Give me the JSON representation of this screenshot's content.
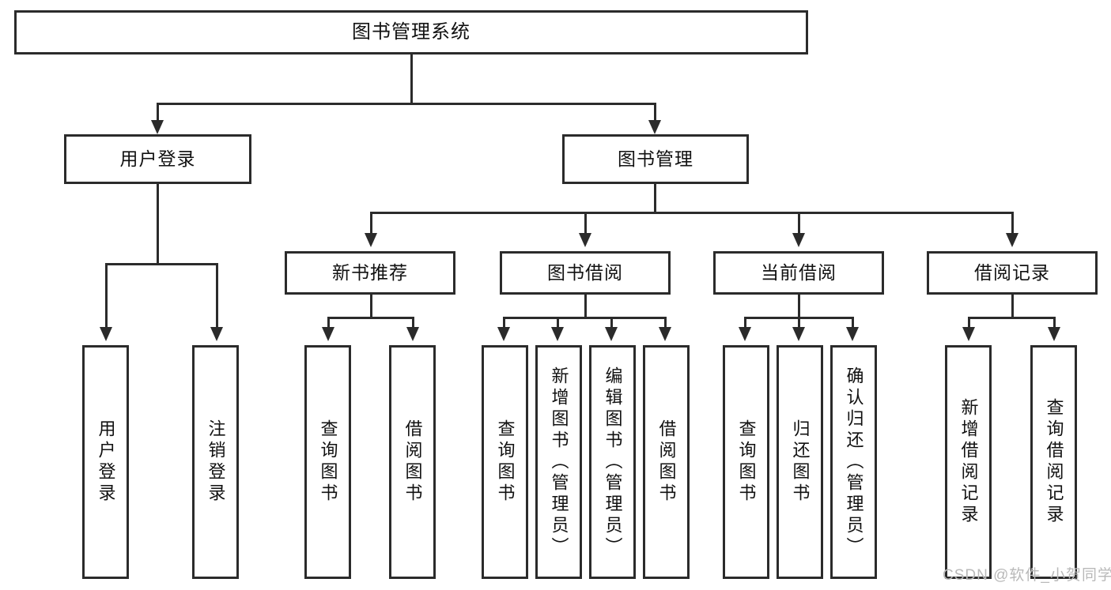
{
  "diagram": {
    "title": "图书管理系统",
    "type": "tree-hierarchy",
    "watermark": "CSDN @软件_小贺同学",
    "colors": {
      "stroke": "#2b2b2b",
      "fill": "#ffffff",
      "text": "#111111",
      "watermark": "#b9b9b9"
    },
    "levels": {
      "root": {
        "label": "图书管理系统"
      },
      "level2": [
        {
          "label": "用户登录"
        },
        {
          "label": "图书管理"
        }
      ],
      "level3": [
        {
          "label": "新书推荐"
        },
        {
          "label": "图书借阅"
        },
        {
          "label": "当前借阅"
        },
        {
          "label": "借阅记录"
        }
      ],
      "leaves": {
        "user_login": [
          {
            "label": "用户登录"
          },
          {
            "label": "注销登录"
          }
        ],
        "new_book_recommend": [
          {
            "label": "查询图书"
          },
          {
            "label": "借阅图书"
          }
        ],
        "book_borrow": [
          {
            "label": "查询图书"
          },
          {
            "label": "新增图书（管理员）"
          },
          {
            "label": "编辑图书（管理员）"
          },
          {
            "label": "借阅图书"
          }
        ],
        "current_borrow": [
          {
            "label": "查询图书"
          },
          {
            "label": "归还图书"
          },
          {
            "label": "确认归还（管理员）"
          }
        ],
        "borrow_record": [
          {
            "label": "新增借阅记录"
          },
          {
            "label": "查询借阅记录"
          }
        ]
      }
    }
  }
}
